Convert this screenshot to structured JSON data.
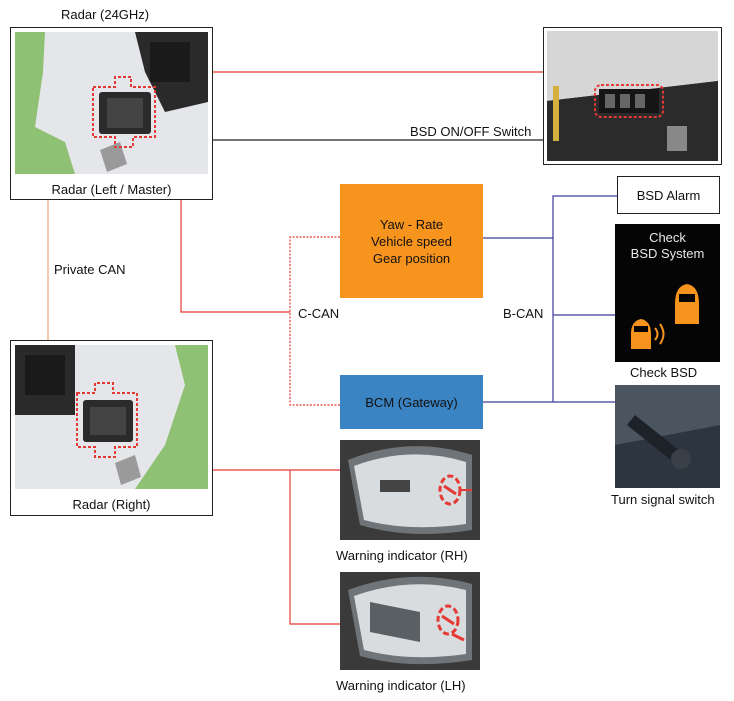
{
  "labels": {
    "radar_top": "Radar  (24GHz)",
    "radar_left": "Radar (Left / Master)",
    "radar_right": "Radar (Right)",
    "bsd_switch": "BSD ON/OFF Switch",
    "private_can": "Private CAN",
    "c_can": "C-CAN",
    "b_can": "B-CAN",
    "bsd_alarm": "BSD Alarm",
    "check_bsd": "Check BSD",
    "turn_signal": "Turn signal switch",
    "warning_rh": "Warning indicator (RH)",
    "warning_lh": "Warning indicator (LH)"
  },
  "boxes": {
    "yaw_lines": [
      "Yaw - Rate",
      "Vehicle speed",
      "Gear position"
    ],
    "bcm": "BCM (Gateway)"
  },
  "cluster": {
    "line1": "Check",
    "line2": "BSD System"
  },
  "colors": {
    "red_wire": "#e53935",
    "blue_wire": "#3f3a9c",
    "private_can_wire": "#f0a27a",
    "orange_box": "#f7941d",
    "blue_box": "#3b84c4",
    "car_icon": "#f7941d"
  }
}
